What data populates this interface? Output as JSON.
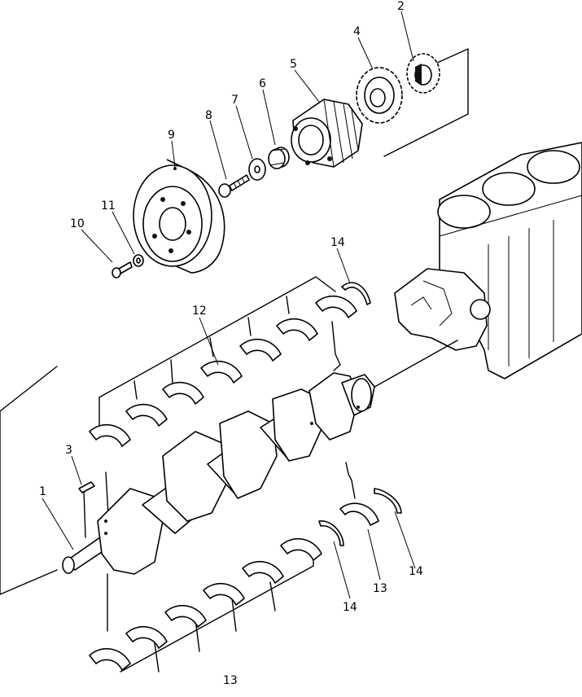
{
  "labels": {
    "p1": "1",
    "p2": "2",
    "p3": "3",
    "p4": "4",
    "p5": "5",
    "p6": "6",
    "p7": "7",
    "p8": "8",
    "p9": "9",
    "p10": "10",
    "p11": "11",
    "p12": "12",
    "p13a": "13",
    "p13b": "13",
    "p14a": "14",
    "p14b": "14",
    "p14c": "14"
  }
}
